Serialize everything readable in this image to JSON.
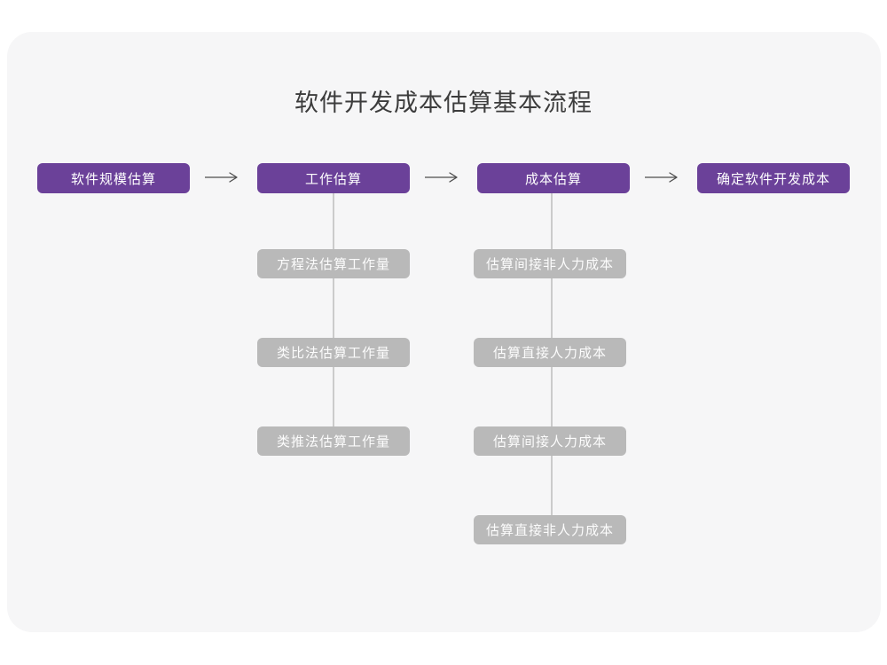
{
  "title": "软件开发成本估算基本流程",
  "colors": {
    "page_bg": "#ffffff",
    "card_bg": "#f6f6f7",
    "primary_node": "#6b4199",
    "secondary_node": "#b9b9b9",
    "connector_line": "#cbcbcb",
    "arrow_stroke": "#4d4d4d",
    "title_text": "#3c3c3c",
    "node_text": "#ffffff"
  },
  "flow": {
    "main_steps": [
      "软件规模估算",
      "工作估算",
      "成本估算",
      "确定软件开发成本"
    ],
    "sub_columns": [
      {
        "parent": "工作估算",
        "items": [
          "方程法估算工作量",
          "类比法估算工作量",
          "类推法估算工作量"
        ]
      },
      {
        "parent": "成本估算",
        "items": [
          "估算间接非人力成本",
          "估算直接人力成本",
          "估算间接人力成本",
          "估算直接非人力成本"
        ]
      }
    ]
  }
}
